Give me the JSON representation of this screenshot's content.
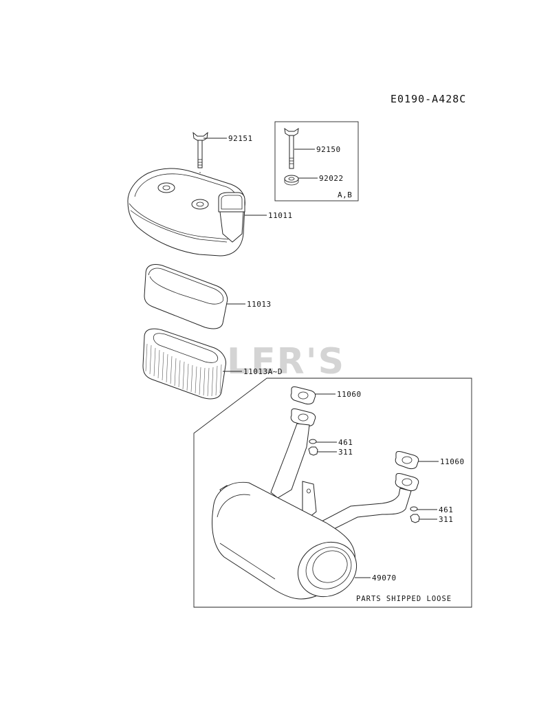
{
  "diagram_code": "E0190-A428C",
  "watermark": "LER'S",
  "inset": {
    "label": "A,B"
  },
  "muffler_box": {
    "note": "PARTS SHIPPED LOOSE"
  },
  "parts": {
    "wing_bolt_main": "92151",
    "wing_bolt_inset": "92150",
    "washer_inset": "92022",
    "air_cleaner_cover": "11011",
    "pre_filter": "11013",
    "filter_element": "11013A~D",
    "gasket_left": "11060",
    "lock_washer_left": "461",
    "nut_left": "311",
    "gasket_right": "11060",
    "lock_washer_right": "461",
    "nut_right": "311",
    "muffler": "49070"
  }
}
